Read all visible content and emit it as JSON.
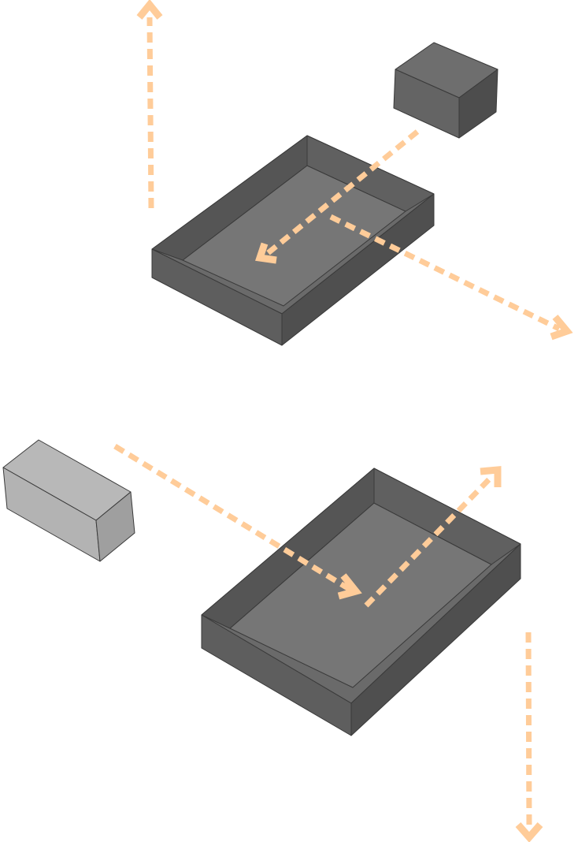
{
  "colors": {
    "background": "#ffffff",
    "arrow": "#ffcc99",
    "tray_rim_top": "#6a6a6a",
    "tray_outer_left": "#5e5e5e",
    "tray_outer_right": "#4f4f4f",
    "tray_floor": "#767676",
    "tray_inner_back_left": "#555555",
    "tray_inner_back_right": "#606060",
    "dark_block_top": "#6e6e6e",
    "dark_block_left": "#646464",
    "dark_block_right": "#4d4d4d",
    "light_block_top": "#b8b8b8",
    "light_block_front": "#b3b3b3",
    "light_block_right": "#9f9f9f"
  },
  "scenes": [
    {
      "id": "top",
      "objects": [
        "dark-cube",
        "tray",
        "arrow-up",
        "arrow-into-tray",
        "arrow-out-right"
      ]
    },
    {
      "id": "bottom",
      "objects": [
        "light-block",
        "tray",
        "arrow-into-tray",
        "arrow-up-right",
        "arrow-down"
      ]
    }
  ]
}
